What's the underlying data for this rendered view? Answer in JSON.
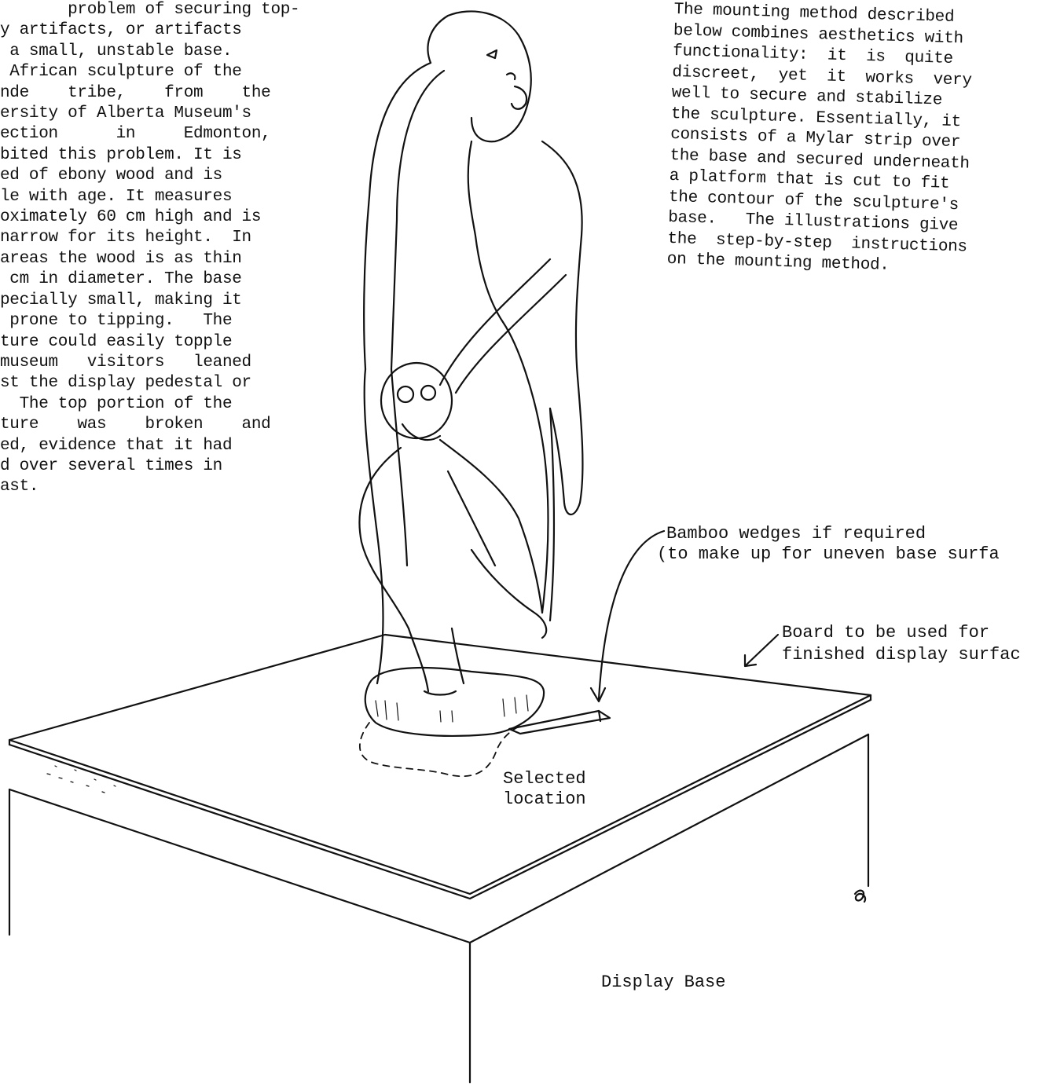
{
  "left_column": [
    "       problem of securing top-",
    "y artifacts, or artifacts",
    " a small, unstable base.",
    " African sculpture of the",
    "nde    tribe,    from    the",
    "ersity of Alberta Museum's",
    "ection      in     Edmonton,",
    "bited this problem. It is",
    "ed of ebony wood and is",
    "le with age. It measures",
    "oximately 60 cm high and is",
    "narrow for its height.  In",
    "areas the wood is as thin",
    " cm in diameter. The base",
    "pecially small, making it",
    " prone to tipping.   The",
    "ture could easily topple",
    "museum   visitors   leaned",
    "st the display pedestal or",
    "  The top portion of the",
    "ture    was    broken    and",
    "ed, evidence that it had",
    "d over several times in",
    "ast."
  ],
  "right_column": [
    "The mounting method described",
    "below combines aesthetics with",
    "functionality:  it  is  quite",
    "discreet,  yet  it  works  very",
    "well to secure and stabilize",
    "the sculpture. Essentially, it",
    "consists of a Mylar strip over",
    "the base and secured underneath",
    "a platform that is cut to fit",
    "the contour of the sculpture's",
    "base.   The illustrations give",
    "the  step-by-step  instructions",
    "on the mounting method."
  ],
  "labels": {
    "wedges_line1": "Bamboo wedges if required",
    "wedges_line2": "(to make up for uneven base surfa",
    "board_line1": "Board to be used for",
    "board_line2": "finished display surfac",
    "selected_line1": "Selected",
    "selected_line2": "location",
    "display_base": "Display Base"
  }
}
